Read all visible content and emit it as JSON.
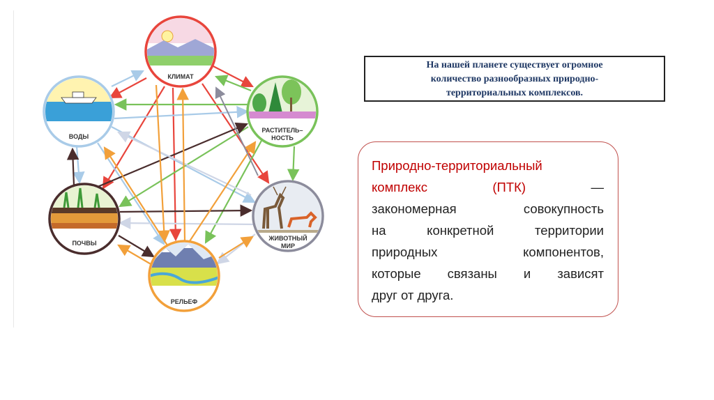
{
  "diagram": {
    "nodes": {
      "climate": "КЛИМАТ",
      "water": "ВОДЫ",
      "vegetation": "РАСТИТЕЛЬ–НОСТЬ",
      "soils": "ПОЧВЫ",
      "fauna": "ЖИВОТНЫЙ МИР",
      "relief": "РЕЛЬЕФ"
    },
    "vegetation_label_line1": "РАСТИТЕЛЬ–",
    "vegetation_label_line2": "НОСТЬ",
    "fauna_label_line1": "ЖИВОТНЫЙ",
    "fauna_label_line2": "МИР",
    "colors": {
      "climate": "#e8453c",
      "water": "#a9cbe8",
      "vegetation": "#79c25a",
      "soils": "#4a2d2d",
      "fauna": "#8c8c9c",
      "relief": "#f2a03a"
    }
  },
  "intro_box": {
    "line1": "На нашей планете существует огромное",
    "line2": "количество разнообразных природно-",
    "line3": "территориальных комплексов."
  },
  "definition": {
    "term_line1": "Природно-территориальный",
    "term_line2_word": "комплекс",
    "term_line2_abbr": "(ПТК)",
    "dash": "—",
    "line3": "закономерная совокупность",
    "line4": "на конкретной территории",
    "line5": "природных компонентов,",
    "line6": "которые связаны и зависят",
    "line7": "друг от друга."
  }
}
